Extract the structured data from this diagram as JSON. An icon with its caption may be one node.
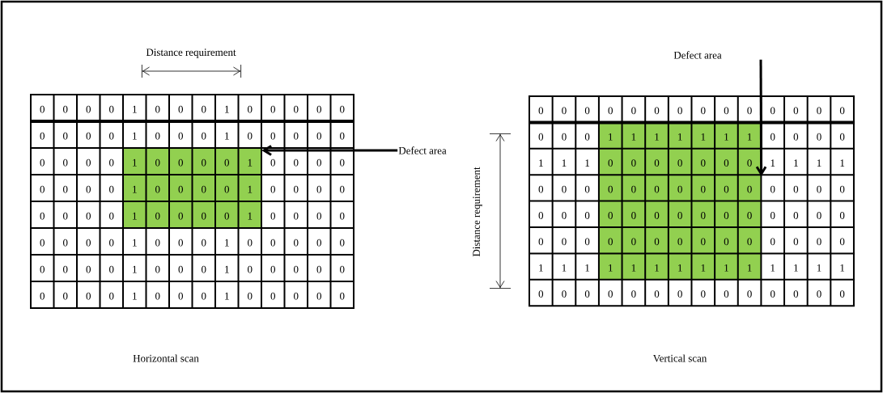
{
  "diagram": {
    "nodes": [
      {
        "text": [],
        "shape": "box"
      },
      {
        "text": [
          "Defect area"
        ]
      },
      {
        "text": [
          "Defect area"
        ]
      },
      {
        "text": [],
        "shape": "box"
      }
    ],
    "edges": [
      {
        "from": 1,
        "to": 0,
        "arrow": "to"
      },
      {
        "from": 2,
        "to": 3,
        "arrow": "to"
      }
    ],
    "labels": [
      "Distance requirement",
      "0",
      "0",
      "0",
      "0",
      "1",
      "0",
      "0",
      "0",
      "1",
      "0",
      "0",
      "0",
      "0",
      "0",
      "0",
      "0",
      "0",
      "0",
      "1",
      "0",
      "0",
      "0",
      "1",
      "0",
      "0",
      "0",
      "0",
      "0",
      "0",
      "0",
      "0",
      "0",
      "1",
      "0",
      "0",
      "0",
      "0",
      "1",
      "0",
      "0",
      "0",
      "0",
      "0",
      "0",
      "0",
      "0",
      "1",
      "0",
      "0",
      "0",
      "0",
      "1",
      "0",
      "0",
      "0",
      "0",
      "0",
      "0",
      "0",
      "0",
      "1",
      "0",
      "0",
      "0",
      "0",
      "1",
      "0",
      "0",
      "0",
      "0",
      "0",
      "0",
      "0",
      "0",
      "1",
      "0",
      "0",
      "0",
      "1",
      "0",
      "0",
      "0",
      "0",
      "0",
      "0",
      "0",
      "0",
      "0",
      "1",
      "0",
      "0",
      "0",
      "1",
      "0",
      "0",
      "0",
      "0",
      "0",
      "0",
      "0",
      "0",
      "0",
      "1",
      "0",
      "0",
      "0",
      "1",
      "0",
      "0",
      "0",
      "0",
      "0",
      "Horizontal scan",
      "Distance requirement",
      "0",
      "0",
      "0",
      "0",
      "0",
      "0",
      "0",
      "0",
      "0",
      "0",
      "0",
      "0",
      "0",
      "0",
      "0",
      "0",
      "0",
      "1",
      "1",
      "1",
      "1",
      "1",
      "1",
      "1",
      "0",
      "0",
      "0",
      "0",
      "1",
      "1",
      "1",
      "0",
      "0",
      "0",
      "0",
      "0",
      "0",
      "0",
      "1",
      "1",
      "1",
      "1",
      "0",
      "0",
      "0",
      "0",
      "0",
      "0",
      "0",
      "0",
      "0",
      "0",
      "0",
      "0",
      "0",
      "0",
      "0",
      "0",
      "0",
      "0",
      "0",
      "0",
      "0",
      "0",
      "0",
      "0",
      "0",
      "0",
      "0",
      "0",
      "0",
      "0",
      "0",
      "0",
      "0",
      "0",
      "0",
      "0",
      "0",
      "0",
      "0",
      "0",
      "0",
      "0",
      "1",
      "1",
      "1",
      "1",
      "1",
      "1",
      "1",
      "1",
      "1",
      "1",
      "1",
      "1",
      "1",
      "1",
      "0",
      "0",
      "0",
      "0",
      "0",
      "0",
      "0",
      "0",
      "0",
      "0",
      "0",
      "0",
      "0",
      "0",
      "Vertical scan"
    ]
  }
}
